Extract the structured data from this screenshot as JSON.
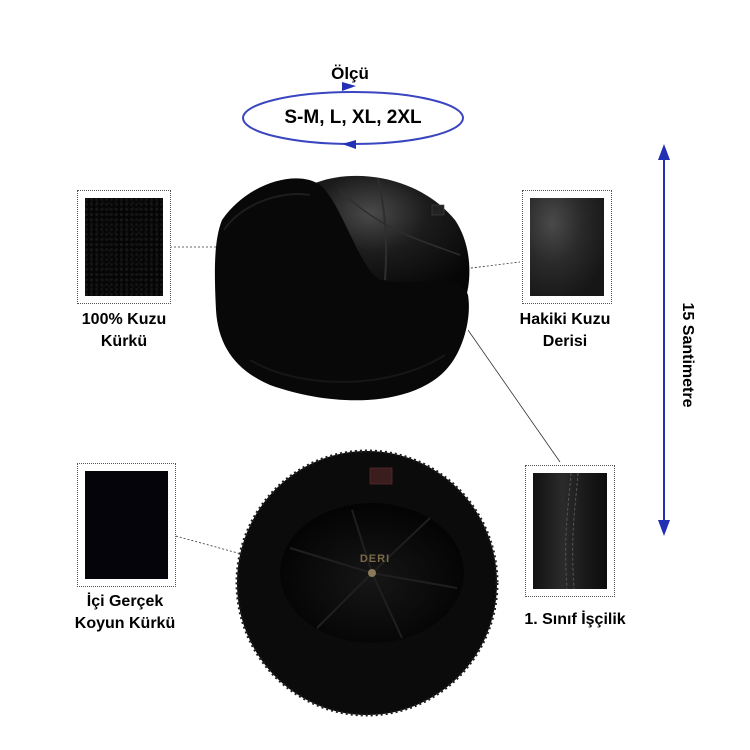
{
  "size_label": "Ölçü",
  "sizes": "S-M, L, XL, 2XL",
  "height_label": "15 Santimetre",
  "features": {
    "top_left": [
      "100% Kuzu",
      "Kürkü"
    ],
    "top_right": [
      "Hakiki Kuzu",
      "Derisi"
    ],
    "bottom_left": [
      "İçi Gerçek",
      "Koyun Kürkü"
    ],
    "bottom_right": [
      "1. Sınıf İşçilik"
    ]
  },
  "logo_text": "DERI",
  "colors": {
    "arrow": "#2430b4",
    "ellipse": "#3a45c0",
    "hat": "#0a0a0a"
  }
}
